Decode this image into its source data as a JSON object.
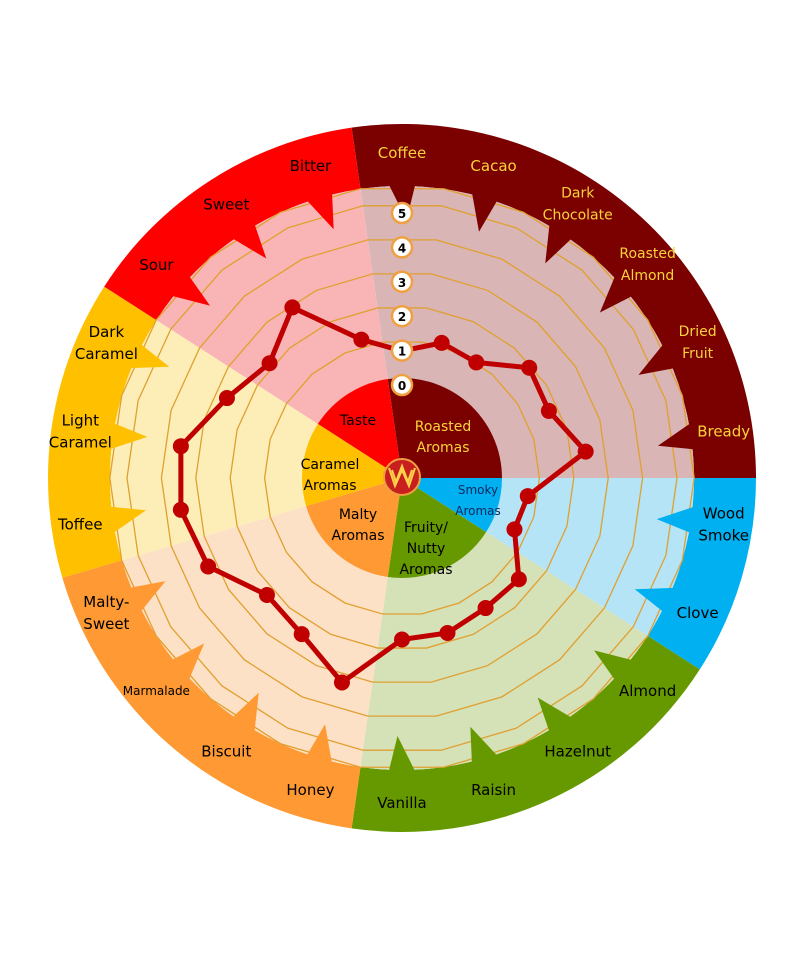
{
  "chart_data": {
    "type": "radar",
    "title": "",
    "rlim": [
      0,
      5
    ],
    "ticks": [
      "0",
      "1",
      "2",
      "3",
      "4",
      "5"
    ],
    "categories": [
      "Coffee",
      "Cacao",
      "Dark Chocolate",
      "Roasted Almond",
      "Dried Fruit",
      "Bready",
      "Wood Smoke",
      "Clove",
      "Almond",
      "Hazelnut",
      "Raisin",
      "Vanilla",
      "Honey",
      "Biscuit",
      "Marmalade",
      "Malty-Sweet",
      "Toffee",
      "Light Caramel",
      "Dark Caramel",
      "Sour",
      "Sweet",
      "Bitter"
    ],
    "category_lines": [
      [
        "Coffee"
      ],
      [
        "Cacao"
      ],
      [
        "Dark",
        "Chocolate"
      ],
      [
        "Roasted",
        "Almond"
      ],
      [
        "Dried",
        "Fruit"
      ],
      [
        "Bready"
      ],
      [
        "Wood",
        "Smoke"
      ],
      [
        "Clove"
      ],
      [
        "Almond"
      ],
      [
        "Hazelnut"
      ],
      [
        "Raisin"
      ],
      [
        "Vanilla"
      ],
      [
        "Honey"
      ],
      [
        "Biscuit"
      ],
      [
        "Marmalade"
      ],
      [
        "Malty-",
        "Sweet"
      ],
      [
        "Toffee"
      ],
      [
        "Light",
        "Caramel"
      ],
      [
        "Dark",
        "Caramel"
      ],
      [
        "Sour"
      ],
      [
        "Sweet"
      ],
      [
        "Bitter"
      ]
    ],
    "values": [
      0.7,
      1.1,
      1.0,
      1.9,
      1.7,
      2.4,
      0.7,
      0.6,
      1.5,
      1.5,
      1.7,
      1.7,
      3.2,
      2.4,
      2.2,
      3.2,
      3.5,
      3.5,
      2.6,
      2.1,
      2.9,
      1.2
    ],
    "groups": [
      {
        "name": "Roasted Aromas",
        "lines": [
          "Roasted",
          "Aromas"
        ],
        "start": 0,
        "count": 6,
        "color": "#7b0000",
        "light": "#d9b5b5",
        "text": "#f7d43a"
      },
      {
        "name": "Smoky Aromas",
        "lines": [
          "Smoky",
          "Aromas"
        ],
        "start": 6,
        "count": 2,
        "color": "#00b0f0",
        "light": "#b5e4f7",
        "text": "#000000"
      },
      {
        "name": "Fruity/ Nutty Aromas",
        "lines": [
          "Fruity/",
          "Nutty",
          "Aromas"
        ],
        "start": 8,
        "count": 4,
        "color": "#669900",
        "light": "#d5e1b7",
        "text": "#000000"
      },
      {
        "name": "Malty Aromas",
        "lines": [
          "Malty",
          "Aromas"
        ],
        "start": 12,
        "count": 4,
        "color": "#ff9933",
        "light": "#fde1c6",
        "text": "#000000"
      },
      {
        "name": "Caramel Aromas",
        "lines": [
          "Caramel",
          "Aromas"
        ],
        "start": 16,
        "count": 3,
        "color": "#ffc000",
        "light": "#fdeeb8",
        "text": "#000000"
      },
      {
        "name": "Taste",
        "lines": [
          "Taste"
        ],
        "start": 19,
        "count": 3,
        "color": "#ff0000",
        "light": "#f9b5b5",
        "text": "#000000"
      }
    ],
    "series_color": "#c00000",
    "ring_color": "#e0a030"
  }
}
